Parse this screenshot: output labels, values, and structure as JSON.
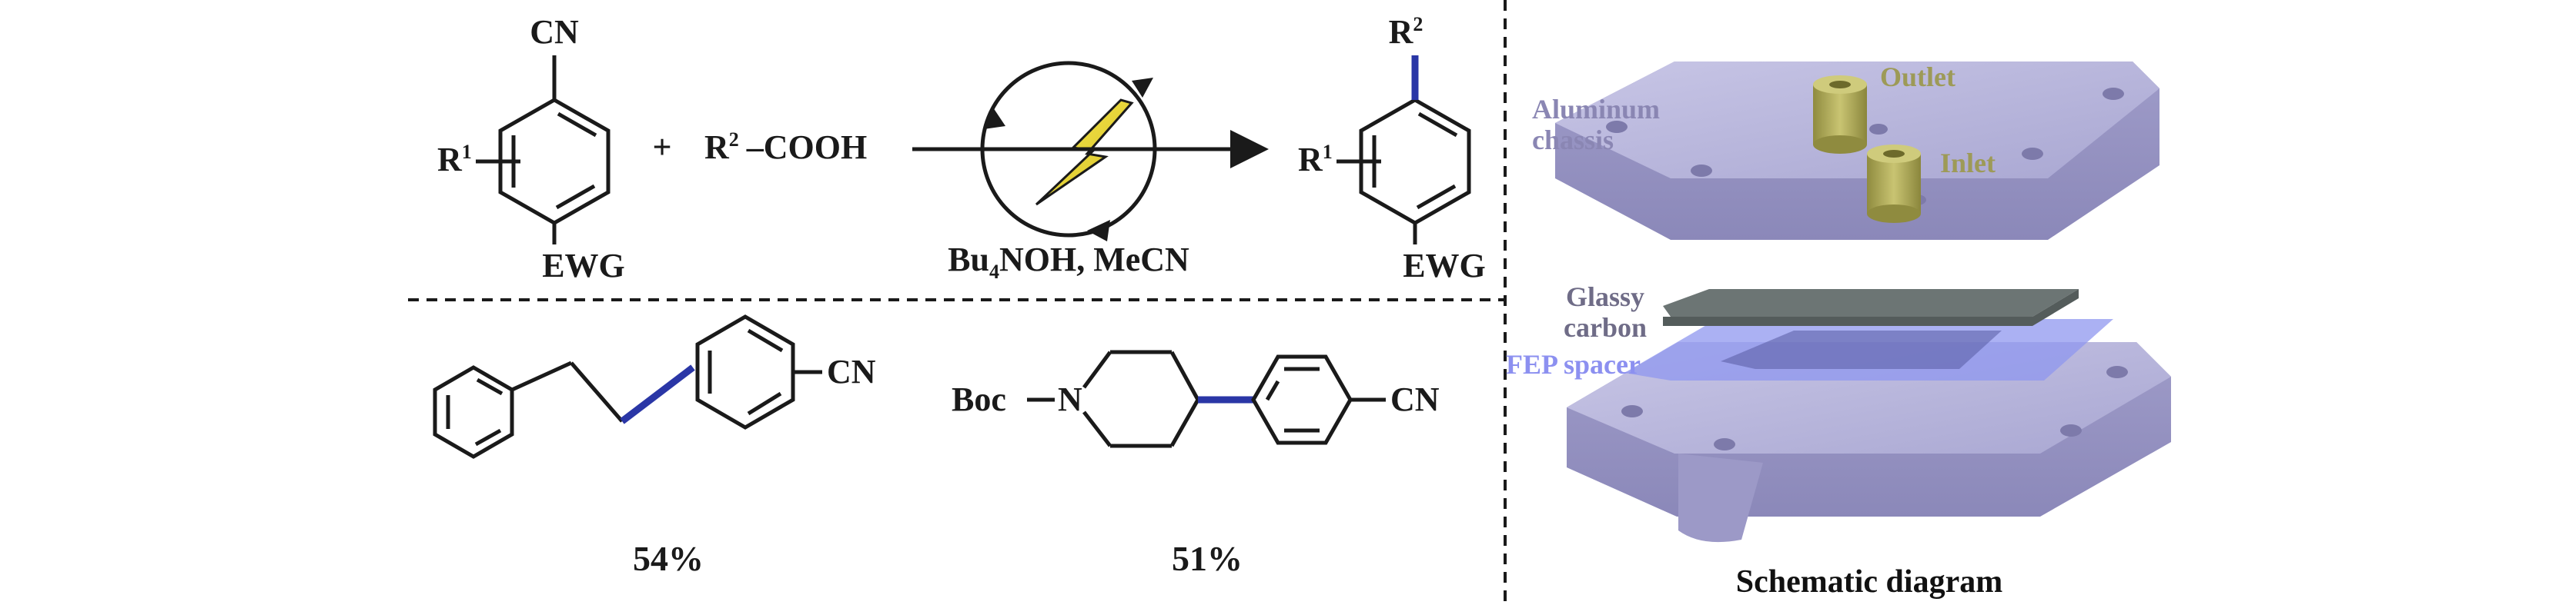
{
  "reaction": {
    "reactant_top": "CN",
    "reactant_r": "R",
    "reactant_r_sup": "1",
    "reactant_bottom": "EWG",
    "plus": "+",
    "acid_r": "R",
    "acid_r_sup": "2",
    "acid_tail": "–COOH",
    "conditions_main": "Bu",
    "conditions_sub": "4",
    "conditions_tail": "NOH, MeCN",
    "product_r2": "R",
    "product_r2_sup": "2",
    "product_r1": "R",
    "product_r1_sup": "1",
    "product_bottom": "EWG"
  },
  "examples": [
    {
      "substituent": "CN",
      "yield": "54%"
    },
    {
      "prefix": "Boc",
      "heteroatom": "N",
      "substituent": "CN",
      "yield": "51%"
    }
  ],
  "device": {
    "labels": {
      "outlet": "Outlet",
      "inlet": "Inlet",
      "chassis_line1": "Aluminum",
      "chassis_line2": "chassis",
      "carbon_line1": "Glassy",
      "carbon_line2": "carbon",
      "spacer": "FEP spacer"
    },
    "caption": "Schematic diagram",
    "colors": {
      "chassis": "#b3b1d6",
      "fitting": "#bdb866",
      "carbon": "#6c7574",
      "spacer": "#8f97ef",
      "label_chassis": "#8a86b3",
      "label_fitting": "#9d9a57",
      "label_carbon": "#6f6c87",
      "label_spacer": "#8c90f0"
    }
  },
  "colors": {
    "new_bond": "#2a36a6",
    "ink": "#1a1a1a"
  }
}
